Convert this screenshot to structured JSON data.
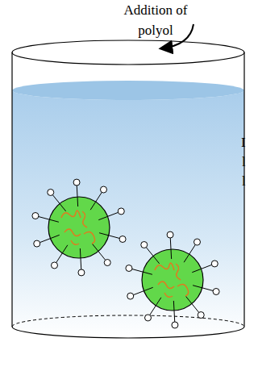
{
  "diagram": {
    "labels": [
      "Addition of polyol",
      "I",
      "l",
      "l"
    ]
  }
}
